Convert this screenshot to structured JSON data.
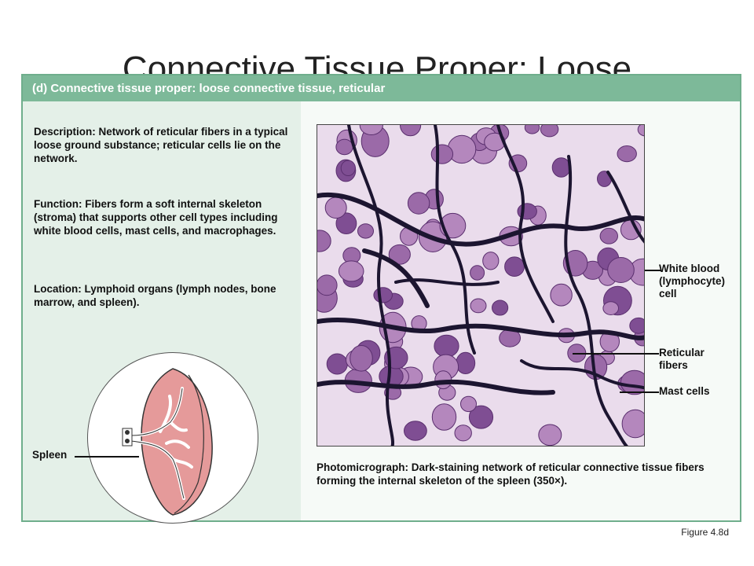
{
  "slide": {
    "title": "Connective Tissue Proper: Loose",
    "figure_label": "Figure 4.8d"
  },
  "panel": {
    "header": "(d)  Connective tissue proper: loose connective tissue, reticular",
    "description_label": "Description:",
    "description_text": " Network of reticular fibers in a typical loose ground substance; reticular cells lie on the network.",
    "function_label": "Function:",
    "function_text": " Fibers form a soft internal skeleton (stroma) that supports other cell types including white blood cells, mast cells, and macrophages.",
    "location_label": "Location:",
    "location_text": " Lymphoid organs (lymph nodes, bone marrow, and spleen).",
    "spleen_label": "Spleen",
    "callouts": {
      "white_blood_cell": [
        "White blood",
        "(lymphocyte)",
        "cell"
      ],
      "reticular_fibers": [
        "Reticular",
        "fibers"
      ],
      "mast_cells": [
        "Mast cells"
      ]
    },
    "caption_label": "Photomicrograph:",
    "caption_text": " Dark-staining network of reticular connective tissue fibers forming the internal skeleton of the spleen (350×)."
  },
  "colors": {
    "header_bg": "#7db999",
    "left_bg": "#e4f0e8",
    "spleen_fill": "#e59a9a",
    "fiber": "#1c1530",
    "cell": "#8a5a9a"
  }
}
